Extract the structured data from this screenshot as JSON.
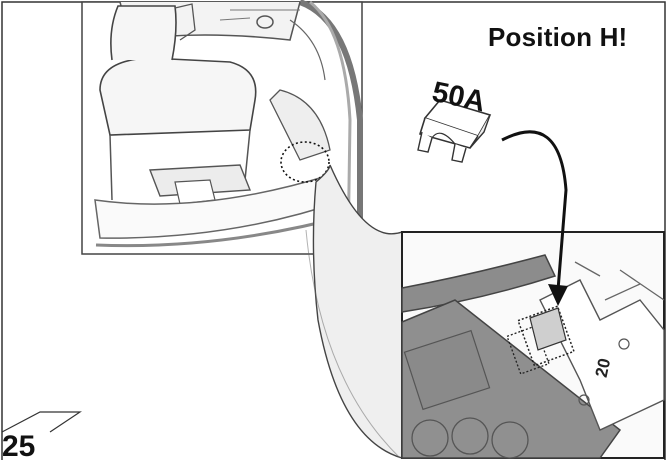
{
  "header": {
    "title": "Position H!"
  },
  "fuse": {
    "label": "50A"
  },
  "page": {
    "step_number": "25"
  },
  "fusebox": {
    "slot_label": "20"
  },
  "colors": {
    "line": "#555555",
    "gray_fill": "#8a8a8a",
    "light_fill": "#d8d8d8",
    "dark": "#333333"
  },
  "icons": [
    "car-interior-illustration",
    "fuse-icon",
    "curved-arrow-icon",
    "zoom-callout",
    "fusebox-closeup"
  ]
}
